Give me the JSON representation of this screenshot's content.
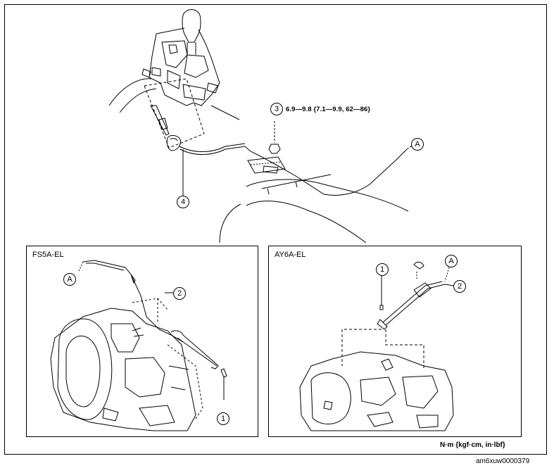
{
  "callouts": {
    "three": "3",
    "four": "4",
    "a_top": "A",
    "fs_a": "A",
    "fs_two": "2",
    "fs_one": "1",
    "ay_a": "A",
    "ay_one": "1",
    "ay_two": "2"
  },
  "torque_spec": "6.9—9.8 {7.1—9.9, 62—86}",
  "panels": {
    "fs5a": {
      "title": "FS5A-EL"
    },
    "ay6a": {
      "title": "AY6A-EL"
    }
  },
  "units_label": "N·m {kgf·cm, in·lbf}",
  "figure_code": "am6xuw0000379"
}
